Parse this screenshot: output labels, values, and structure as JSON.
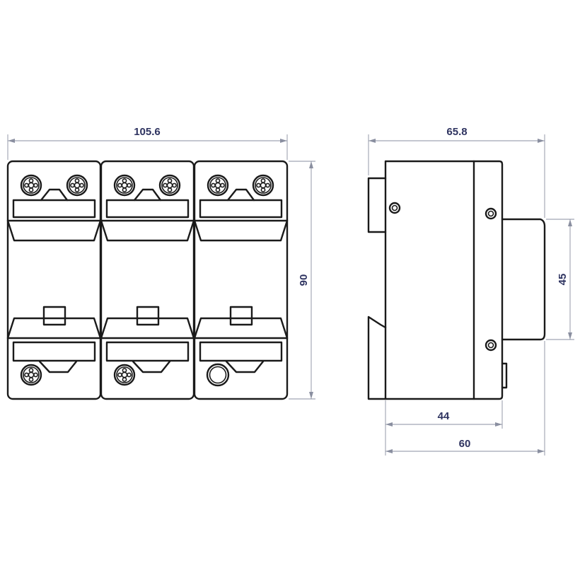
{
  "front_view": {
    "width_label": "105.6",
    "height_label": "90"
  },
  "side_view": {
    "depth_label": "65.8",
    "rail_height_label": "45",
    "front_depth_label": "44",
    "body_depth_label": "60"
  },
  "colors": {
    "outline": "#1a1a1a",
    "dimension_line": "#8a8fa0",
    "dimension_text": "#2e3360"
  }
}
